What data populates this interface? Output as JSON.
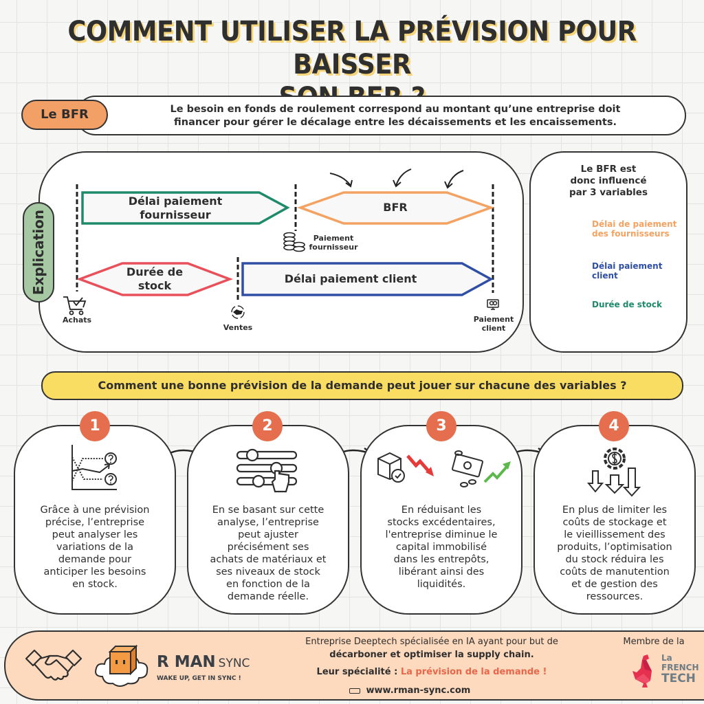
{
  "title": {
    "line1": "COMMENT UTILISER LA PRÉVISION POUR BAISSER",
    "line2": "SON BFR ?"
  },
  "definition": {
    "badge": "Le BFR",
    "line1": "Le besoin en fonds de roulement correspond au montant qu’une entreprise doit",
    "line2": "financer pour gérer le décalage entre les décaissements et les encaissements."
  },
  "explanation": {
    "badge": "Explication",
    "shapes": {
      "supplier_delay_1": "Délai paiement",
      "supplier_delay_2": "fournisseur",
      "bfr": "BFR",
      "stock_1": "Durée de",
      "stock_2": "stock",
      "client_delay": "Délai paiement client"
    },
    "milestones": {
      "purchases": "Achats",
      "sales": "Ventes",
      "supplier_payment_1": "Paiement",
      "supplier_payment_2": "fournisseur",
      "client_payment_1": "Paiement",
      "client_payment_2": "client"
    },
    "icons": [
      "cart-check-icon",
      "handshake-icon",
      "coins-icon",
      "computer-payment-icon"
    ]
  },
  "variables": {
    "title_1": "Le BFR est",
    "title_2": "donc influencé",
    "title_3": "par 3 variables",
    "items": [
      {
        "line1": "Délai de paiement",
        "line2": "des fournisseurs",
        "color": "#f4a261",
        "icon": "coins-icon"
      },
      {
        "line1": "Délai paiement",
        "line2": "client",
        "color": "#2f4fa5",
        "icon": "computer-payment-icon"
      },
      {
        "line1": "Durée de stock",
        "line2": "",
        "color": "#1f8a6a",
        "icon": "box-check-icon"
      }
    ]
  },
  "question": "Comment une bonne prévision de la demande peut jouer sur chacune des variables ?",
  "steps": [
    {
      "number": "1",
      "icon": "chart-question-icon",
      "lines": [
        "Grâce à une prévision",
        "précise, l’entreprise",
        "peut analyser les",
        "variations de la",
        "demande pour",
        "anticiper les besoins",
        "en stock."
      ]
    },
    {
      "number": "2",
      "icon": "sliders-hand-icon",
      "lines": [
        "En se basant sur cette",
        "analyse, l’entreprise",
        "peut ajuster",
        "précisément ses",
        "achats de matériaux et",
        "ses niveaux de stock",
        "en fonction de la",
        "demande réelle."
      ]
    },
    {
      "number": "3",
      "icon": "stock-down-cash-up-icon",
      "lines": [
        "En réduisant les",
        "stocks excédentaires,",
        "l'entreprise diminue le",
        "capital immobilisé",
        "dans les entrepôts,",
        "libérant ainsi des",
        "liquidités."
      ]
    },
    {
      "number": "4",
      "icon": "cost-gear-down-icon",
      "lines": [
        "En plus de limiter les",
        "coûts de stockage et",
        "le vieillissement des",
        "produits, l’optimisation",
        "du stock réduira les",
        "coûts de manutention",
        "et de gestion des",
        "ressources."
      ]
    }
  ],
  "footer": {
    "brand_name": "R MAN",
    "brand_suffix": "SYNC",
    "brand_tagline": "WAKE UP, GET IN SYNC !",
    "desc_line1": "Entreprise Deeptech spécialisée en IA ayant pour but de",
    "desc_line2": "décarboner et optimiser la supply chain.",
    "specialty_label": "Leur spécialité :",
    "specialty_value": "La prévision de la demande !",
    "website": "www.rman-sync.com",
    "member_label": "Membre de la",
    "french_tech_1": "La",
    "french_tech_2": "FRENCH",
    "french_tech_3": "TECH"
  },
  "colors": {
    "accent_orange": "#f3a066",
    "step_red": "#e46e4e",
    "banner_yellow": "#f9dc62",
    "explanation_green": "#a6c9a4",
    "supplier_green": "#1f8a6a",
    "bfr_orange": "#f4a261",
    "stock_red": "#e8505b",
    "client_blue": "#2f4fa5",
    "footer_peach": "#fdd9bd",
    "specialty_red": "#e8674a"
  }
}
